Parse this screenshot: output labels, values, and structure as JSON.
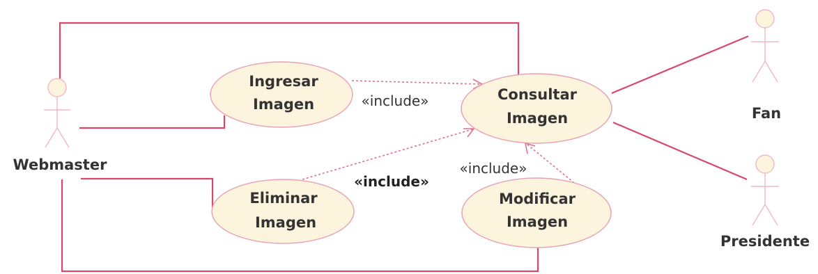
{
  "actors": {
    "webmaster": "Webmaster",
    "fan": "Fan",
    "presidente": "Presidente"
  },
  "use_cases": {
    "ingresar": [
      "Ingresar",
      "Imagen"
    ],
    "consultar": [
      "Consultar",
      "Imagen"
    ],
    "eliminar": [
      "Eliminar",
      "Imagen"
    ],
    "modificar": [
      "Modificar",
      "Imagen"
    ]
  },
  "relations": {
    "include_ingresar": "«include»",
    "include_eliminar": "«include»",
    "include_modificar": "«include»"
  },
  "colors": {
    "association": "#d9476a",
    "dependency": "#e0708c",
    "use_case_fill": "#fcf4dc",
    "actor_stroke": "#f0b8c4"
  }
}
